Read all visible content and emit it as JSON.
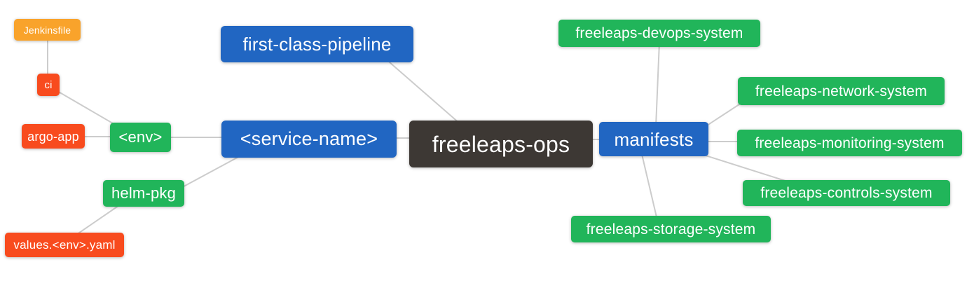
{
  "diagram": {
    "type": "mindmap",
    "background": "#ffffff",
    "colors": {
      "blue": "#2166c2",
      "green": "#21b55a",
      "dark": "#3d3834",
      "orange": "#f9a32b",
      "red": "#f84b1e",
      "line": "#cccccc"
    },
    "root": "freeleaps_ops",
    "nodes": {
      "jenkinsfile": {
        "label": "Jenkinsfile",
        "color": "orange"
      },
      "ci": {
        "label": "ci",
        "color": "red"
      },
      "argo_app": {
        "label": "argo-app",
        "color": "red"
      },
      "env": {
        "label": "<env>",
        "color": "green"
      },
      "helm_pkg": {
        "label": "helm-pkg",
        "color": "green"
      },
      "values_env_yaml": {
        "label": "values.<env>.yaml",
        "color": "red"
      },
      "first_class_pipeline": {
        "label": "first-class-pipeline",
        "color": "blue"
      },
      "service_name": {
        "label": "<service-name>",
        "color": "blue"
      },
      "freeleaps_ops": {
        "label": "freeleaps-ops",
        "color": "dark"
      },
      "manifests": {
        "label": "manifests",
        "color": "blue"
      },
      "devops_system": {
        "label": "freeleaps-devops-system",
        "color": "green"
      },
      "network_system": {
        "label": "freeleaps-network-system",
        "color": "green"
      },
      "monitoring_system": {
        "label": "freeleaps-monitoring-system",
        "color": "green"
      },
      "controls_system": {
        "label": "freeleaps-controls-system",
        "color": "green"
      },
      "storage_system": {
        "label": "freeleaps-storage-system",
        "color": "green"
      }
    },
    "edges": [
      {
        "from": "jenkinsfile",
        "to": "ci"
      },
      {
        "from": "ci",
        "to": "env"
      },
      {
        "from": "argo_app",
        "to": "env"
      },
      {
        "from": "env",
        "to": "service_name"
      },
      {
        "from": "helm_pkg",
        "to": "service_name"
      },
      {
        "from": "values_env_yaml",
        "to": "helm_pkg"
      },
      {
        "from": "first_class_pipeline",
        "to": "freeleaps_ops"
      },
      {
        "from": "service_name",
        "to": "freeleaps_ops"
      },
      {
        "from": "freeleaps_ops",
        "to": "manifests"
      },
      {
        "from": "manifests",
        "to": "devops_system"
      },
      {
        "from": "manifests",
        "to": "network_system"
      },
      {
        "from": "manifests",
        "to": "monitoring_system"
      },
      {
        "from": "manifests",
        "to": "controls_system"
      },
      {
        "from": "manifests",
        "to": "storage_system"
      }
    ]
  }
}
